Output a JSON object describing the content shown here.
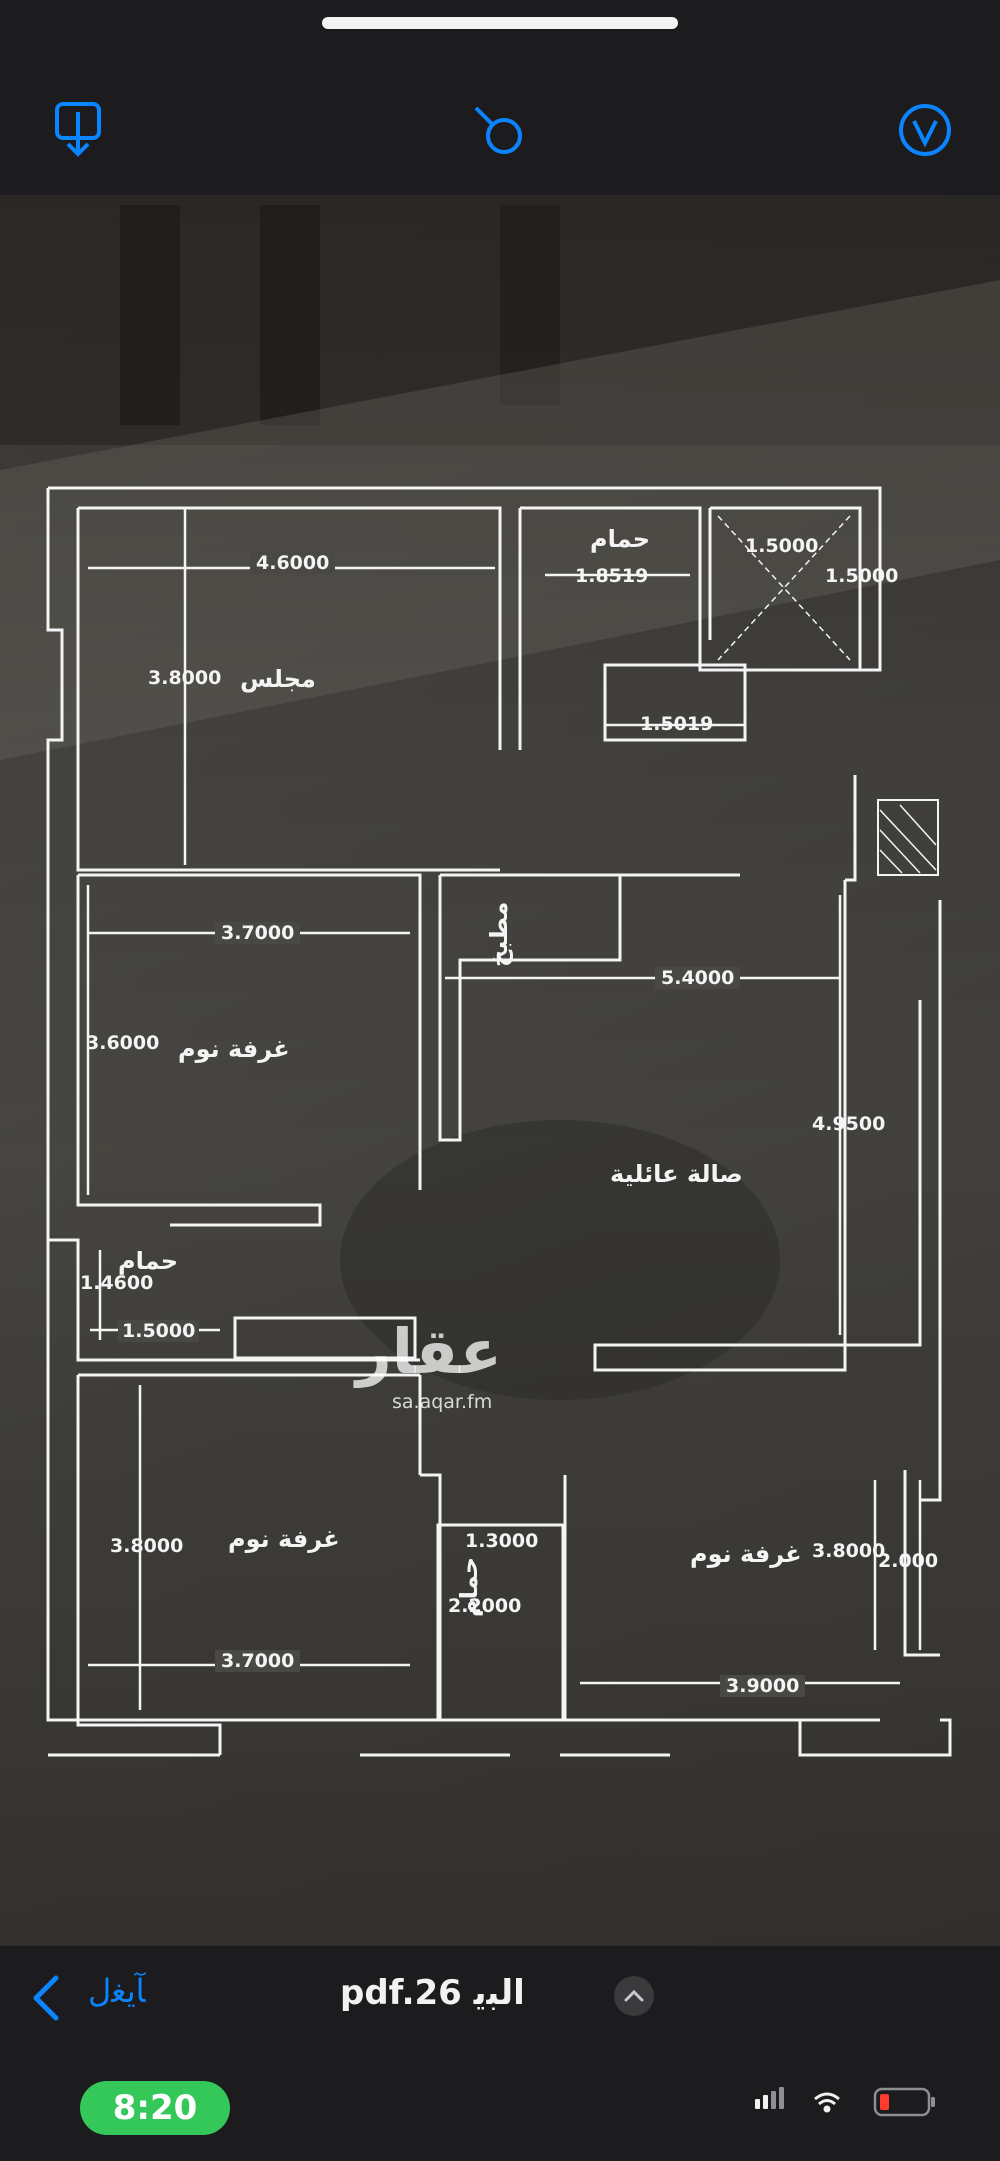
{
  "toolbar": {
    "share_icon": "share-down-icon",
    "markup_icon": "markup-pen-icon",
    "navigate_icon": "compass-icon"
  },
  "floor_plan": {
    "rooms": {
      "majlis": "مجلس",
      "bathroom_top": "حمام",
      "kitchen": "مطبخ",
      "bedroom_top_left": "غرفة نوم",
      "family_hall": "صالة عائلية",
      "bathroom_left": "حمام",
      "bedroom_bottom_left": "غرفة نوم",
      "bathroom_bottom": "حمام",
      "bedroom_bottom_right": "غرفة نوم"
    },
    "dimensions": {
      "majlis_width": "4.6000",
      "majlis_height": "3.8000",
      "bath_top_width": "1.8519",
      "shower_width": "1.5000",
      "shower_height": "1.5000",
      "bath_top_lower": "1.5019",
      "bedroom_tl_width": "3.7000",
      "bedroom_tl_height": "3.6000",
      "hall_width": "5.4000",
      "hall_height": "4.9500",
      "bath_left_height": "1.4600",
      "bath_left_width": "1.5000",
      "bedroom_bl_height": "3.8000",
      "bedroom_bl_width": "3.7000",
      "bath_bottom_width": "1.3000",
      "bath_bottom_height": "2.2000",
      "bedroom_br_height": "3.8000",
      "bedroom_br_width": "3.9000",
      "closet_height": "2.000"
    },
    "watermark": {
      "logo": "عقار",
      "url": "sa.aqar.fm"
    }
  },
  "bottom_bar": {
    "back_label": "ﺂﯾﻐﻝ",
    "file_title": "pdf.26 ﺍﻟﺒﻳ"
  },
  "status_bar": {
    "time": "8:20",
    "accent_color": "#0a84ff",
    "time_pill_color": "#34c759",
    "battery_color": "#ff3b30"
  }
}
